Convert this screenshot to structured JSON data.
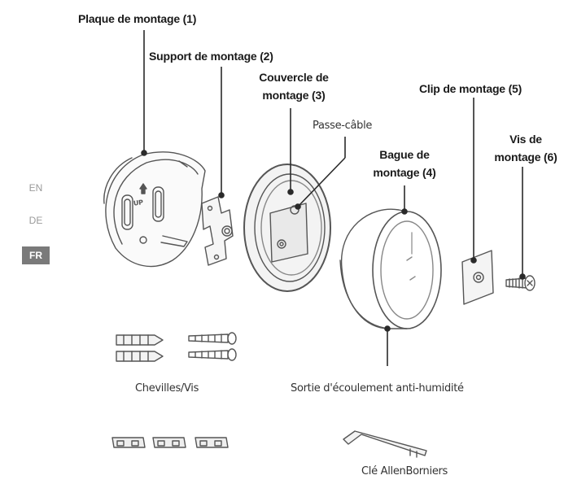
{
  "labels": {
    "plaque": "Plaque de montage (1)",
    "support": "Support de montage (2)",
    "couvercle_l1": "Couvercle de",
    "couvercle_l2": "montage (3)",
    "passe_cable": "Passe-câble",
    "bague_l1": "Bague de",
    "bague_l2": "montage (4)",
    "clip": "Clip de montage (5)",
    "vis_l1": "Vis de",
    "vis_l2": "montage (6)",
    "up": "UP",
    "chevilles": "Chevilles/Vis",
    "sortie": "Sortie d'écoulement anti-humidité",
    "cle": "Clé AllenBorniers"
  },
  "languages": [
    {
      "code": "EN",
      "active": false
    },
    {
      "code": "DE",
      "active": false
    },
    {
      "code": "FR",
      "active": true
    }
  ],
  "colors": {
    "line": "#2a2a2a",
    "part": "#555555",
    "active_tab": "#7a7a7a"
  }
}
